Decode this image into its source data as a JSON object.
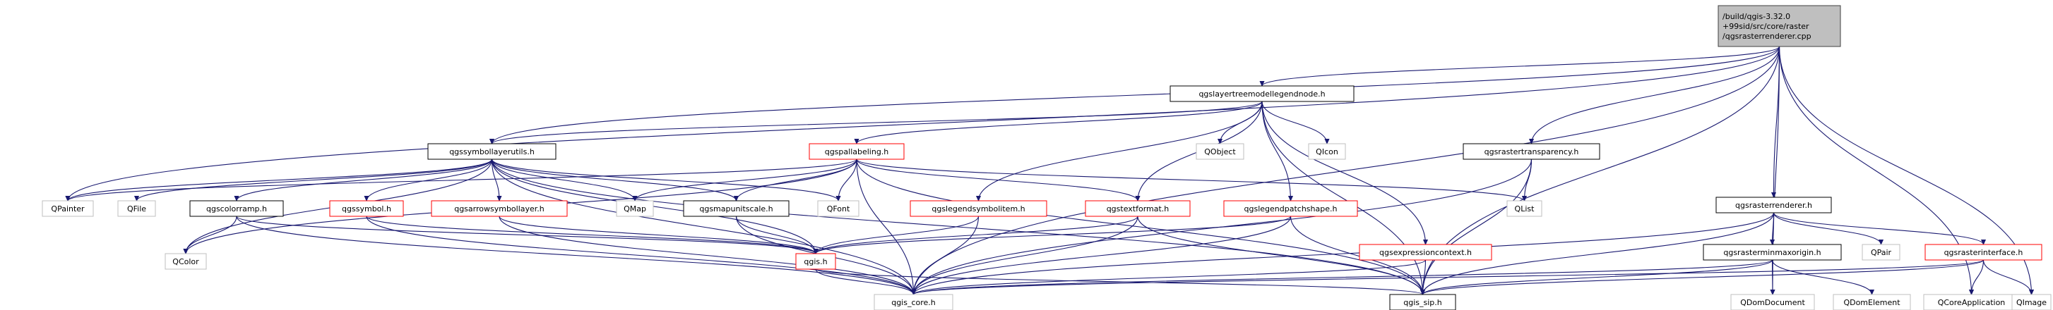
{
  "diagram": {
    "type": "include-dependency-graph",
    "colors": {
      "edge": "#191970",
      "root_fill": "#bfbfbf",
      "root_border": "#404040",
      "documented_border": "#000000",
      "undocumented_border": "#ff0000",
      "external_border": "#bfbfbf",
      "node_fill": "#ffffff"
    },
    "nodes": [
      {
        "id": "root",
        "kind": "root",
        "lines": [
          "/build/qgis-3.32.0",
          "+99sid/src/core/raster",
          "/qgsrasterrenderer.cpp"
        ]
      },
      {
        "id": "layertreemodellegendnode",
        "kind": "documented",
        "lines": [
          "qgslayertreemodellegendnode.h"
        ]
      },
      {
        "id": "symbollayerutils",
        "kind": "documented",
        "lines": [
          "qgssymbollayerutils.h"
        ]
      },
      {
        "id": "pallabeling",
        "kind": "undocumented",
        "lines": [
          "qgspallabeling.h"
        ]
      },
      {
        "id": "qobject",
        "kind": "external",
        "lines": [
          "QObject"
        ]
      },
      {
        "id": "qicon",
        "kind": "external",
        "lines": [
          "QIcon"
        ]
      },
      {
        "id": "rastertransparency",
        "kind": "documented",
        "lines": [
          "qgsrastertransparency.h"
        ]
      },
      {
        "id": "qlist",
        "kind": "external",
        "lines": [
          "QList"
        ]
      },
      {
        "id": "qpainter",
        "kind": "external",
        "lines": [
          "QPainter"
        ]
      },
      {
        "id": "qfile",
        "kind": "external",
        "lines": [
          "QFile"
        ]
      },
      {
        "id": "colorramp",
        "kind": "documented",
        "lines": [
          "qgscolorramp.h"
        ]
      },
      {
        "id": "symbol",
        "kind": "undocumented",
        "lines": [
          "qgssymbol.h"
        ]
      },
      {
        "id": "arrowsymbollayer",
        "kind": "undocumented",
        "lines": [
          "qgsarrowsymbollayer.h"
        ]
      },
      {
        "id": "qmap",
        "kind": "external",
        "lines": [
          "QMap"
        ]
      },
      {
        "id": "mapunitscale",
        "kind": "documented",
        "lines": [
          "qgsmapunitscale.h"
        ]
      },
      {
        "id": "qfont",
        "kind": "external",
        "lines": [
          "QFont"
        ]
      },
      {
        "id": "legendsymbolitem",
        "kind": "undocumented",
        "lines": [
          "qgslegendsymbolitem.h"
        ]
      },
      {
        "id": "textformat",
        "kind": "undocumented",
        "lines": [
          "qgstextformat.h"
        ]
      },
      {
        "id": "legendpatchshape",
        "kind": "undocumented",
        "lines": [
          "qgslegendpatchshape.h"
        ]
      },
      {
        "id": "qcolor",
        "kind": "external",
        "lines": [
          "QColor"
        ]
      },
      {
        "id": "qgis",
        "kind": "undocumented",
        "lines": [
          "qgis.h"
        ]
      },
      {
        "id": "expressioncontext",
        "kind": "undocumented",
        "lines": [
          "qgsexpressioncontext.h"
        ]
      },
      {
        "id": "rasterrenderer",
        "kind": "documented",
        "lines": [
          "qgsrasterrenderer.h"
        ]
      },
      {
        "id": "rasterminmaxorigin",
        "kind": "documented",
        "lines": [
          "qgsrasterminmaxorigin.h"
        ]
      },
      {
        "id": "qpair",
        "kind": "external",
        "lines": [
          "QPair"
        ]
      },
      {
        "id": "rasterinterface",
        "kind": "undocumented",
        "lines": [
          "qgsrasterinterface.h"
        ]
      },
      {
        "id": "qgis_core",
        "kind": "external",
        "lines": [
          "qgis_core.h"
        ]
      },
      {
        "id": "qgis_sip",
        "kind": "documented",
        "lines": [
          "qgis_sip.h"
        ]
      },
      {
        "id": "qdomdocument",
        "kind": "external",
        "lines": [
          "QDomDocument"
        ]
      },
      {
        "id": "qdomelement",
        "kind": "external",
        "lines": [
          "QDomElement"
        ]
      },
      {
        "id": "qcoreapplication",
        "kind": "external",
        "lines": [
          "QCoreApplication"
        ]
      },
      {
        "id": "qimage",
        "kind": "external",
        "lines": [
          "QImage"
        ]
      }
    ],
    "edges": [
      [
        "root",
        "layertreemodellegendnode"
      ],
      [
        "root",
        "symbollayerutils"
      ],
      [
        "root",
        "rastertransparency"
      ],
      [
        "root",
        "rasterrenderer"
      ],
      [
        "root",
        "qpainter"
      ],
      [
        "root",
        "qgis_core"
      ],
      [
        "root",
        "qgis_sip"
      ],
      [
        "root",
        "qdomdocument"
      ],
      [
        "root",
        "qcoreapplication"
      ],
      [
        "root",
        "qimage"
      ],
      [
        "layertreemodellegendnode",
        "symbollayerutils"
      ],
      [
        "layertreemodellegendnode",
        "pallabeling"
      ],
      [
        "layertreemodellegendnode",
        "qobject"
      ],
      [
        "layertreemodellegendnode",
        "qicon"
      ],
      [
        "layertreemodellegendnode",
        "legendsymbolitem"
      ],
      [
        "layertreemodellegendnode",
        "textformat"
      ],
      [
        "layertreemodellegendnode",
        "legendpatchshape"
      ],
      [
        "layertreemodellegendnode",
        "expressioncontext"
      ],
      [
        "layertreemodellegendnode",
        "qgis_sip"
      ],
      [
        "symbollayerutils",
        "qpainter"
      ],
      [
        "symbollayerutils",
        "qfile"
      ],
      [
        "symbollayerutils",
        "colorramp"
      ],
      [
        "symbollayerutils",
        "symbol"
      ],
      [
        "symbollayerutils",
        "arrowsymbollayer"
      ],
      [
        "symbollayerutils",
        "qmap"
      ],
      [
        "symbollayerutils",
        "mapunitscale"
      ],
      [
        "symbollayerutils",
        "qfont"
      ],
      [
        "symbollayerutils",
        "qcolor"
      ],
      [
        "symbollayerutils",
        "qgis"
      ],
      [
        "symbollayerutils",
        "qgis_core"
      ],
      [
        "symbollayerutils",
        "qgis_sip"
      ],
      [
        "pallabeling",
        "qpainter"
      ],
      [
        "pallabeling",
        "qmap"
      ],
      [
        "pallabeling",
        "mapunitscale"
      ],
      [
        "pallabeling",
        "qfont"
      ],
      [
        "pallabeling",
        "qlist"
      ],
      [
        "pallabeling",
        "textformat"
      ],
      [
        "pallabeling",
        "qcolor"
      ],
      [
        "pallabeling",
        "qgis_core"
      ],
      [
        "pallabeling",
        "qgis_sip"
      ],
      [
        "rastertransparency",
        "qlist"
      ],
      [
        "rastertransparency",
        "qgis_core"
      ],
      [
        "rastertransparency",
        "qgis_sip"
      ],
      [
        "colorramp",
        "qcolor"
      ],
      [
        "colorramp",
        "qgis"
      ],
      [
        "colorramp",
        "qgis_core"
      ],
      [
        "symbol",
        "qgis"
      ],
      [
        "symbol",
        "qgis_core"
      ],
      [
        "arrowsymbollayer",
        "qgis"
      ],
      [
        "arrowsymbollayer",
        "qgis_core"
      ],
      [
        "mapunitscale",
        "qgis"
      ],
      [
        "mapunitscale",
        "qgis_core"
      ],
      [
        "legendsymbolitem",
        "qgis"
      ],
      [
        "legendsymbolitem",
        "qgis_core"
      ],
      [
        "textformat",
        "qgis"
      ],
      [
        "textformat",
        "qgis_core"
      ],
      [
        "textformat",
        "qgis_sip"
      ],
      [
        "legendpatchshape",
        "qgis"
      ],
      [
        "legendpatchshape",
        "qgis_core"
      ],
      [
        "legendpatchshape",
        "qgis_sip"
      ],
      [
        "qgis",
        "qgis_core"
      ],
      [
        "qgis",
        "qgis_sip"
      ],
      [
        "expressioncontext",
        "qgis_core"
      ],
      [
        "expressioncontext",
        "qgis_sip"
      ],
      [
        "rasterrenderer",
        "qgis_core"
      ],
      [
        "rasterrenderer",
        "qgis_sip"
      ],
      [
        "rasterrenderer",
        "rasterminmaxorigin"
      ],
      [
        "rasterrenderer",
        "qpair"
      ],
      [
        "rasterrenderer",
        "rasterinterface"
      ],
      [
        "rasterminmaxorigin",
        "qgis_core"
      ],
      [
        "rasterminmaxorigin",
        "qgis_sip"
      ],
      [
        "rasterminmaxorigin",
        "qdomdocument"
      ],
      [
        "rasterminmaxorigin",
        "qdomelement"
      ],
      [
        "rasterinterface",
        "qgis_core"
      ],
      [
        "rasterinterface",
        "qgis_sip"
      ],
      [
        "rasterinterface",
        "qcoreapplication"
      ],
      [
        "rasterinterface",
        "qimage"
      ]
    ]
  }
}
